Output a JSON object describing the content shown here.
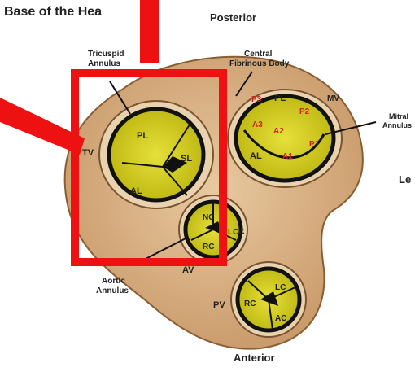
{
  "title": "Base of the Hea",
  "orientation": {
    "top": "Posterior",
    "bottom": "Anterior",
    "right_partial": "Le"
  },
  "callouts": {
    "tricuspid_annulus": [
      "Tricuspid",
      "Annulus"
    ],
    "central_fibrous_body": [
      "Central",
      "Fibrinous Body"
    ],
    "mitral_annulus": [
      "Mitral",
      "Annulus"
    ],
    "aortic_annulus": [
      "Aortic",
      "Annulus"
    ]
  },
  "valves": {
    "tricuspid": {
      "name": "TV",
      "leaflets": [
        "PL",
        "SL",
        "AL"
      ]
    },
    "mitral": {
      "name": "MV",
      "leaflets": [
        "PL",
        "AL"
      ],
      "scallops": [
        "P3",
        "P2",
        "P1",
        "A3",
        "A2",
        "A1"
      ]
    },
    "aortic": {
      "name": "AV",
      "leaflets": [
        "NC",
        "LCC",
        "RC"
      ]
    },
    "pulmonic": {
      "name": "PV",
      "leaflets": [
        "LC",
        "RC",
        "AC"
      ]
    }
  },
  "colors": {
    "highlight": "#ee1111",
    "leaflet": "#d9d21a",
    "tissue": "#dcb58c",
    "scallop_label": "#cc2222"
  }
}
